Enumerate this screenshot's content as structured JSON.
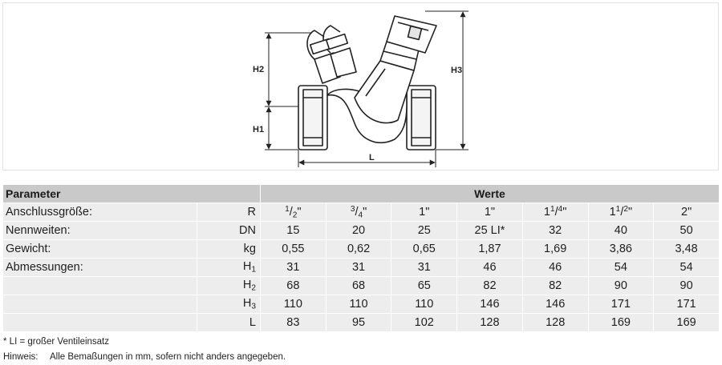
{
  "drawing": {
    "labels": {
      "h2": "H2",
      "h1": "H1",
      "h3": "H3",
      "l": "L"
    }
  },
  "table": {
    "header": {
      "parameter": "Parameter",
      "werte": "Werte"
    },
    "rows": [
      {
        "name": "Anschlussgröße:",
        "unit": "R",
        "values": [
          "1/2\"",
          "3/4\"",
          "1\"",
          "1\"",
          "11/4\"",
          "11/2\"",
          "2\""
        ]
      },
      {
        "name": "Nennweiten:",
        "unit": "DN",
        "values": [
          "15",
          "20",
          "25",
          "25 LI*",
          "32",
          "40",
          "50"
        ]
      },
      {
        "name": "Gewicht:",
        "unit": "kg",
        "values": [
          "0,55",
          "0,62",
          "0,65",
          "1,87",
          "1,69",
          "3,86",
          "3,48"
        ]
      },
      {
        "name": "Abmessungen:",
        "unit": "H1",
        "values": [
          "31",
          "31",
          "31",
          "46",
          "46",
          "54",
          "54"
        ]
      },
      {
        "name": "",
        "unit": "H2",
        "values": [
          "68",
          "68",
          "65",
          "82",
          "82",
          "90",
          "90"
        ]
      },
      {
        "name": "",
        "unit": "H3",
        "values": [
          "110",
          "110",
          "110",
          "146",
          "146",
          "171",
          "171"
        ]
      },
      {
        "name": "",
        "unit": "L",
        "values": [
          "83",
          "95",
          "102",
          "128",
          "128",
          "169",
          "169"
        ]
      }
    ]
  },
  "footnotes": {
    "li": "* LI = großer Ventileinsatz",
    "hint_label": "Hinweis:",
    "hint_text": "Alle Bemaßungen in mm, sofern nicht anders angegeben."
  }
}
